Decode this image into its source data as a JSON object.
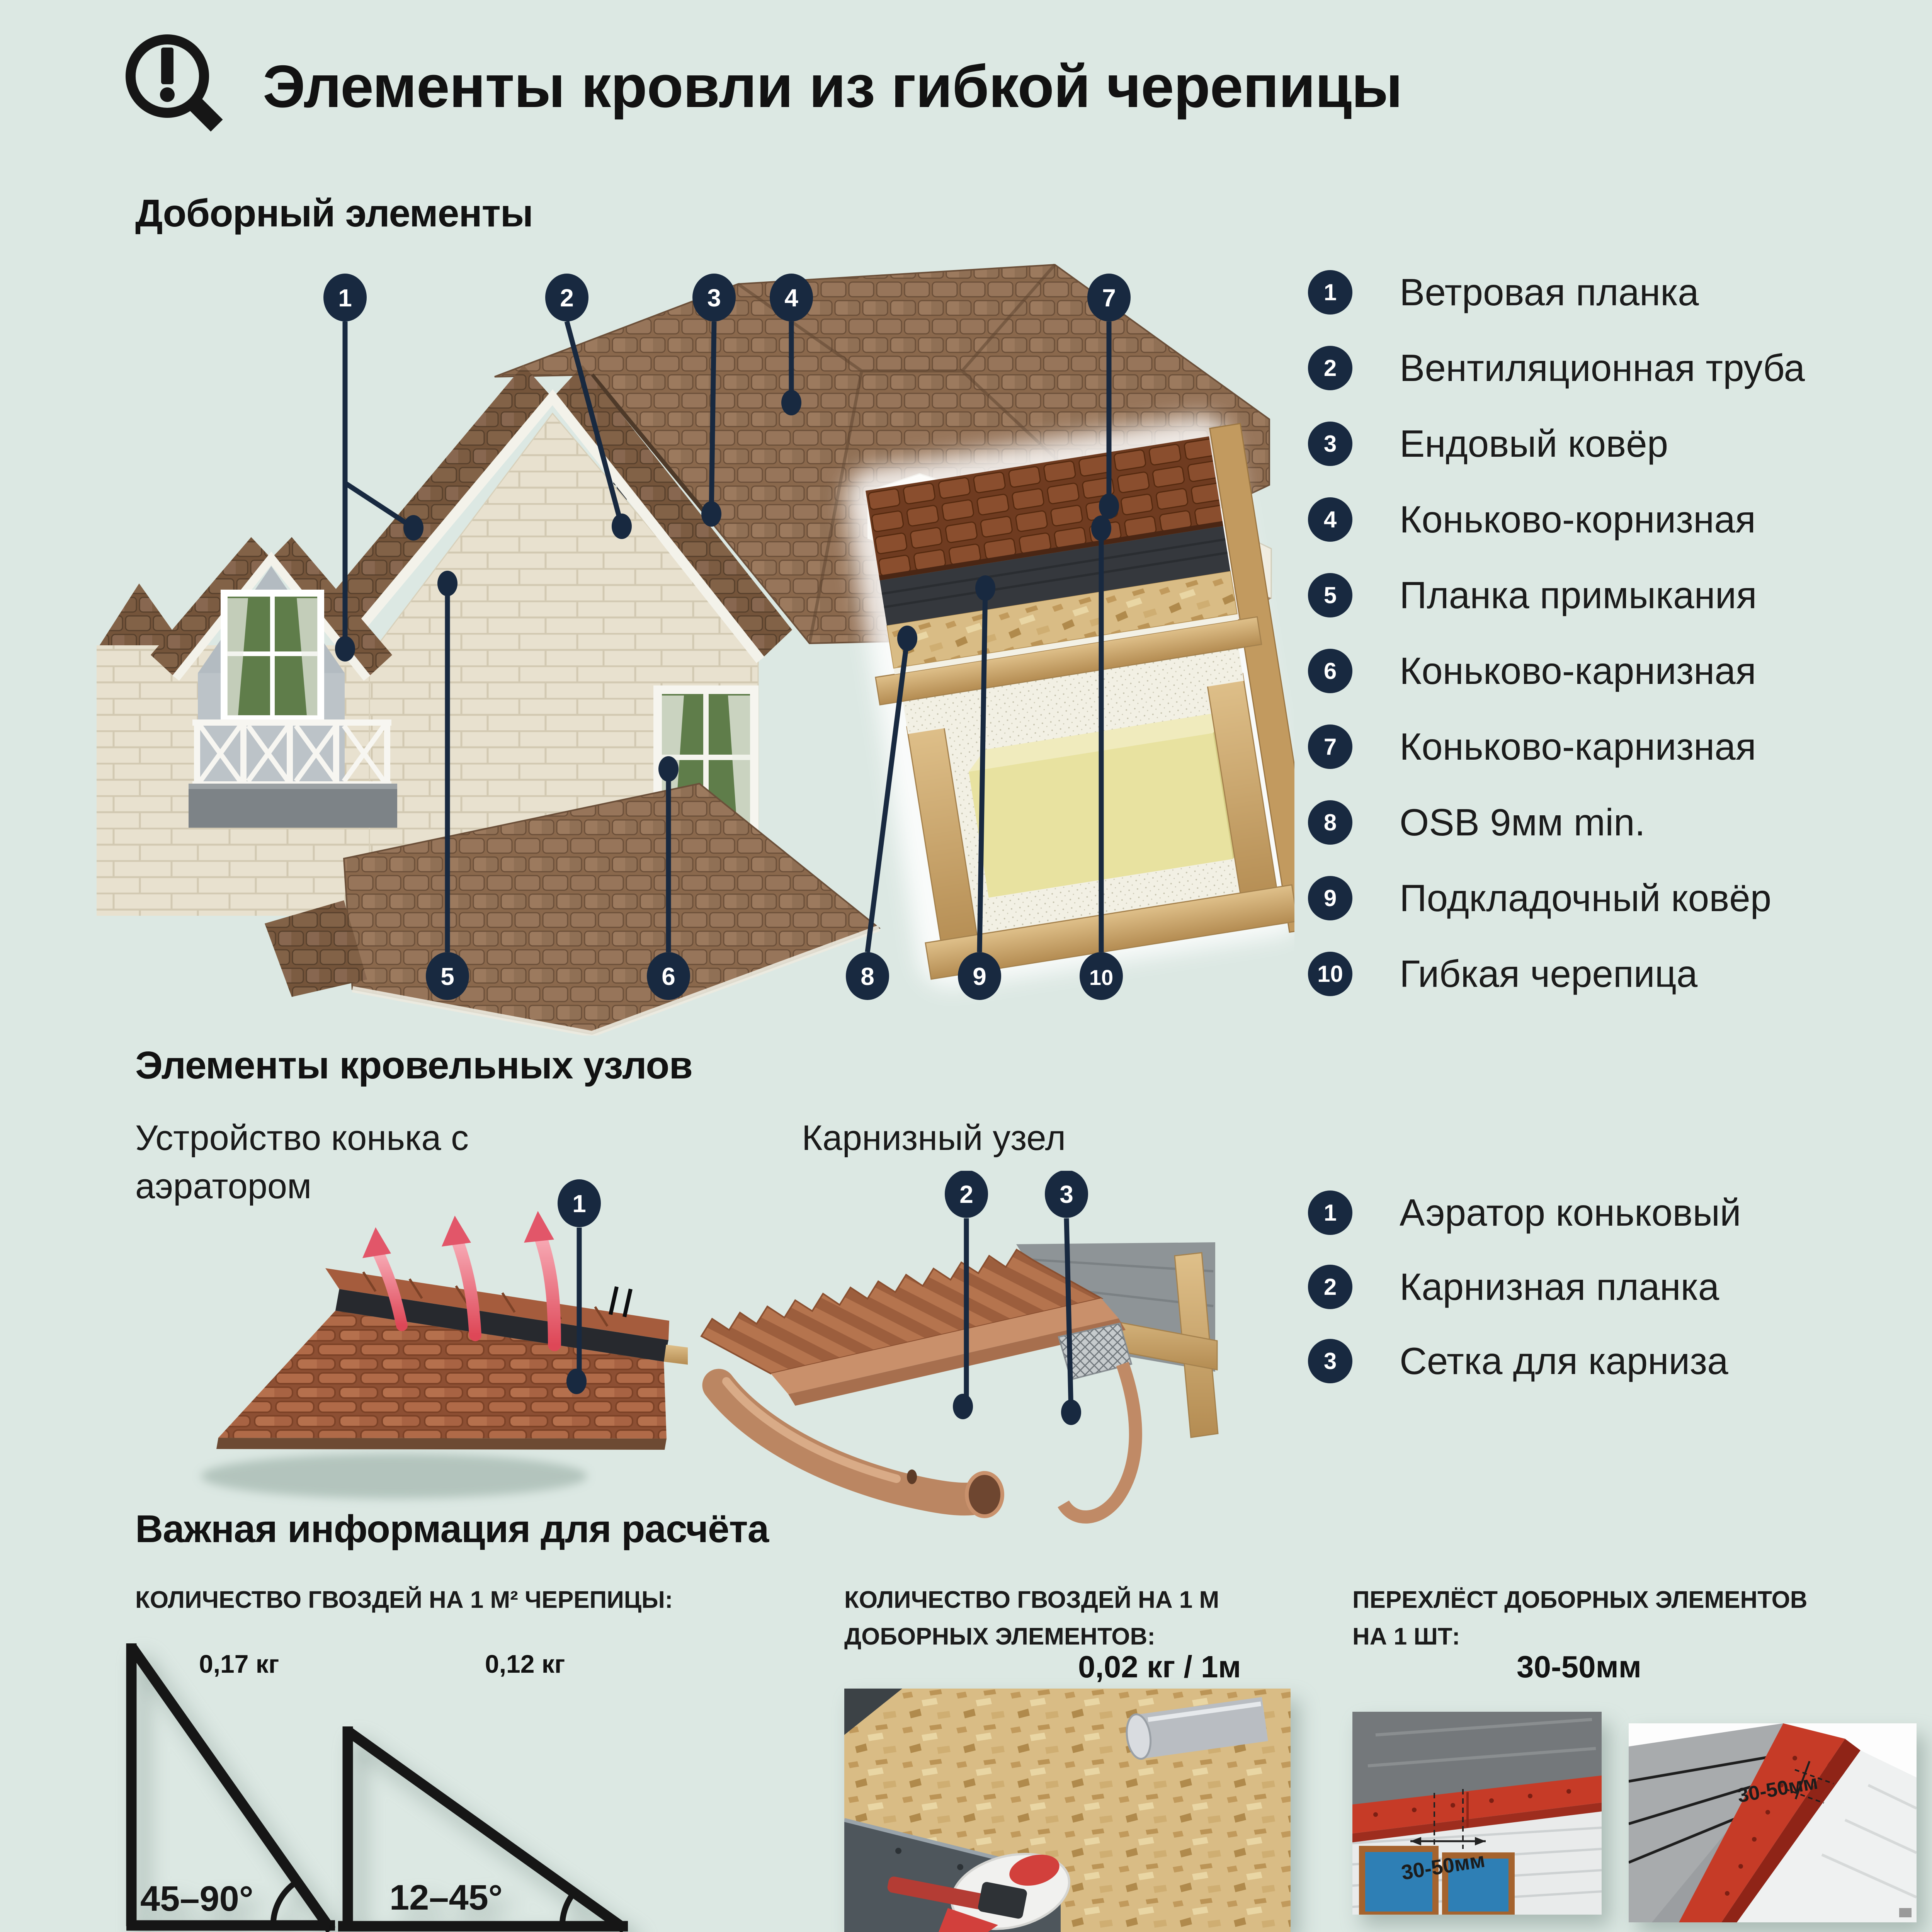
{
  "page": {
    "background": "#dce8e3",
    "accent_navy": "#182940",
    "text_color": "#161616"
  },
  "header": {
    "title": "Элементы кровли из гибкой черепицы",
    "icon": "magnifier-exclamation-icon"
  },
  "roof_elements": {
    "heading": "Доборный элементы",
    "callouts_top": [
      "1",
      "2",
      "3",
      "4",
      "7"
    ],
    "callouts_bottom": [
      "5",
      "6",
      "8",
      "9",
      "10"
    ],
    "legend": [
      {
        "num": "1",
        "label": "Ветровая планка"
      },
      {
        "num": "2",
        "label": "Вентиляционная труба"
      },
      {
        "num": "3",
        "label": "Ендовый ковёр"
      },
      {
        "num": "4",
        "label": "Коньково-корнизная"
      },
      {
        "num": "5",
        "label": "Планка примыкания"
      },
      {
        "num": "6",
        "label": "Коньково-карнизная"
      },
      {
        "num": "7",
        "label": "Коньково-карнизная"
      },
      {
        "num": "8",
        "label": "OSB 9мм min."
      },
      {
        "num": "9",
        "label": "Подкладочный ковёр"
      },
      {
        "num": "10",
        "label": "Гибкая черепица"
      }
    ]
  },
  "roof_nodes": {
    "heading": "Элементы кровельных узлов",
    "ridge_caption_line1": "Устройство конька с",
    "ridge_caption_line2": "аэратором",
    "eave_caption": "Карнизный узел",
    "ridge_callout": "1",
    "eave_callouts": [
      "2",
      "3"
    ],
    "legend": [
      {
        "num": "1",
        "label": "Аэратор коньковый"
      },
      {
        "num": "2",
        "label": "Карнизная планка"
      },
      {
        "num": "3",
        "label": "Сетка для карниза"
      }
    ]
  },
  "calc_info": {
    "heading": "Важная информация для расчёта",
    "nails_per_m2": {
      "header": "КОЛИЧЕСТВО ГВОЗДЕЙ НА 1 М² ЧЕРЕПИЦЫ:",
      "steep": {
        "value": "0,17 кг",
        "angle": "45–90°"
      },
      "shallow": {
        "value": "0,12 кг",
        "angle": "12–45°"
      }
    },
    "nails_per_m": {
      "header_line1": "КОЛИЧЕСТВО ГВОЗДЕЙ НА 1 М",
      "header_line2": "ДОБОРНЫХ ЭЛЕМЕНТОВ:",
      "value": "0,02 кг / 1м"
    },
    "overlap": {
      "header_line1": "ПЕРЕХЛЁСТ ДОБОРНЫХ ЭЛЕМЕНТОВ",
      "header_line2": "НА 1 ШТ:",
      "value": "30-50мм",
      "photo1_dim": "30-50мм",
      "photo2_dim": "30-50мм"
    }
  }
}
